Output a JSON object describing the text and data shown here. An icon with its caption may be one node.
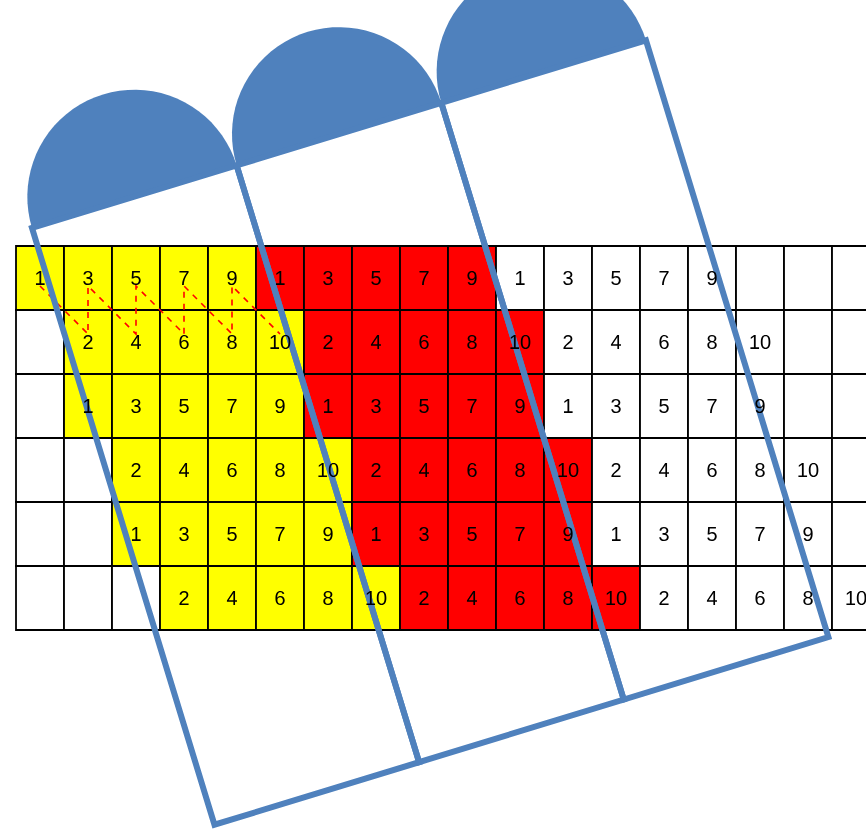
{
  "diagram": {
    "labels": [
      "1",
      "3",
      "5",
      "7",
      "9",
      "1",
      "3",
      "5",
      "7",
      "9",
      "1",
      "3",
      "5",
      "7",
      "9",
      "2",
      "4",
      "6",
      "8",
      "10",
      "2",
      "4",
      "6",
      "8",
      "10",
      "2",
      "4",
      "6",
      "8",
      "10",
      "1",
      "3",
      "5",
      "7",
      "9",
      "1",
      "3",
      "5",
      "7",
      "9",
      "1",
      "3",
      "5",
      "7",
      "9",
      "2",
      "4",
      "6",
      "8",
      "10",
      "2",
      "4",
      "6",
      "8",
      "10",
      "2",
      "4",
      "6",
      "8",
      "10",
      "1",
      "3",
      "5",
      "7",
      "9",
      "1",
      "3",
      "5",
      "7",
      "9",
      "1",
      "3",
      "5",
      "7",
      "9",
      "2",
      "4",
      "6",
      "8",
      "10",
      "2",
      "4",
      "6",
      "8",
      "10",
      "2",
      "4",
      "6",
      "8",
      "10"
    ]
  }
}
